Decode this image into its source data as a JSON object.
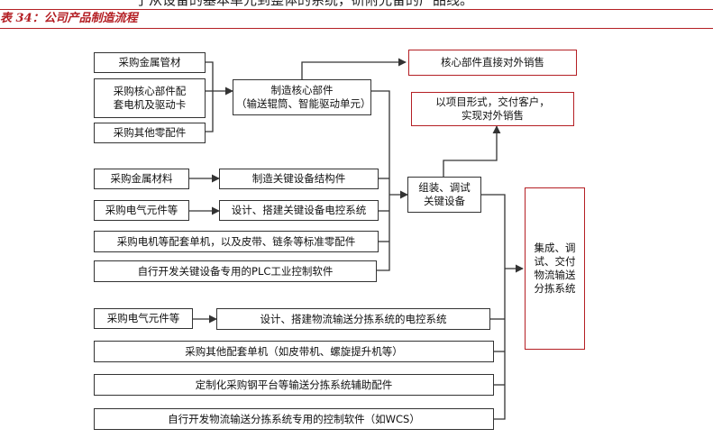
{
  "header": {
    "top_text": "了从设备的基本单元到整体的系统，研附允备的产品线。",
    "title": "表 34：公司产品制造流程"
  },
  "procure": {
    "metal_pipe": "采购金属管材",
    "core_parts": "采购核心部件配\n套电机及驱动卡",
    "other_parts": "采购其他零配件",
    "metal_material": "采购金属材料",
    "electrical_1": "采购电气元件等",
    "motor_etc": "采购电机等配套单机，以及皮带、链条等标准零配件",
    "plc_software": "自行开发关键设备专用的PLC工业控制软件",
    "electrical_2": "采购电气元件等",
    "other_units": "采购其他配套单机（如皮带机、螺旋提升机等）",
    "steel_platform": "定制化采购钢平台等输送分拣系统辅助配件",
    "wcs_software": "自行开发物流输送分拣系统专用的控制软件（如WCS）"
  },
  "process": {
    "core_components": "制造核心部件\n（输送辊筒、智能驱动单元）",
    "structure": "制造关键设备结构件",
    "electrical_control": "设计、搭建关键设备电控系统",
    "assemble": "组装、调试\n关键设备",
    "sorting_control": "设计、搭建物流输送分拣系统的电控系统"
  },
  "outputs": {
    "direct_sales": "核心部件直接对外销售",
    "project_sales": "以项目形式，交付客户，\n实现对外销售",
    "integration": "集成、调\n试、交付\n物流输送\n分拣系统"
  },
  "colors": {
    "accent": "#b41f24",
    "line": "#333333"
  }
}
